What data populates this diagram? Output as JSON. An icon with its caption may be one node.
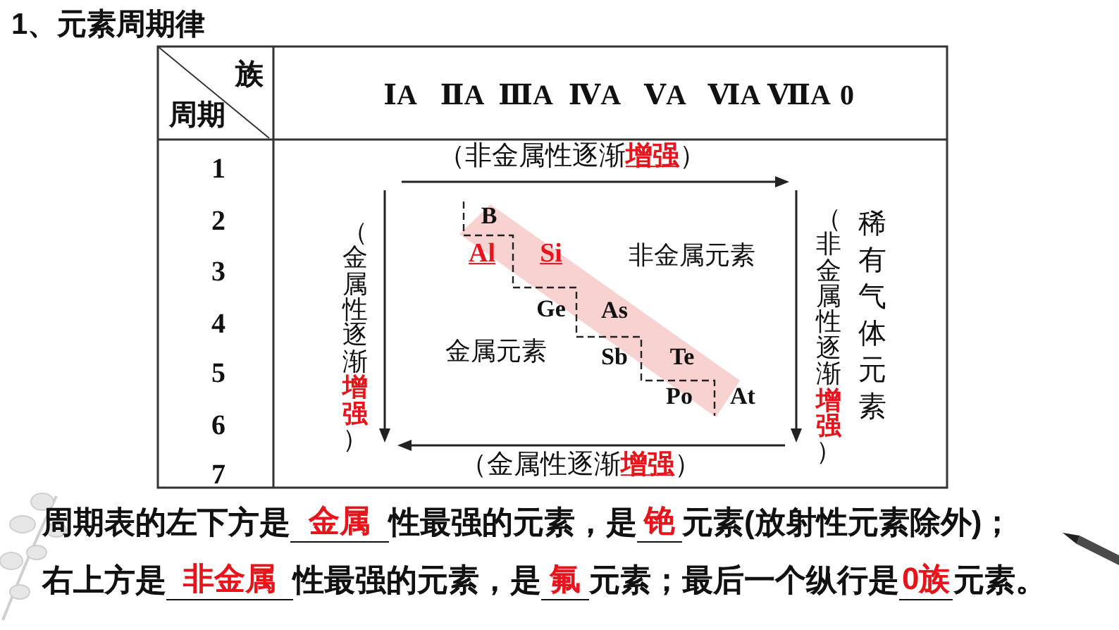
{
  "diagram": {
    "title": "1、元素周期律",
    "labels": [
      "族",
      "周期",
      "ⅠA",
      "ⅡA",
      "ⅢA",
      "ⅣA",
      "ⅤA",
      "ⅥA",
      "ⅦA",
      "0",
      "1",
      "2",
      "3",
      "4",
      "5",
      "6",
      "7",
      "（非金属性逐渐**增强**）",
      "（金属性逐渐**增强**）",
      "B",
      "Al",
      "Si",
      "非金属元素",
      "（非金属性逐渐**增强**）",
      "稀有气体元素",
      "Ge",
      "As",
      "金属元素",
      "Sb",
      "Te",
      "Po",
      "At",
      "（金属性逐渐**增强**）",
      "周期表的左下方是",
      "金属",
      "性最强的元素，是",
      "铯",
      "元素(放射性元素除外)；",
      "右上方是",
      "非金属",
      "性最强的元素，是",
      "氟",
      "元素；最后一个纵行是",
      "0族",
      "元素。"
    ]
  }
}
